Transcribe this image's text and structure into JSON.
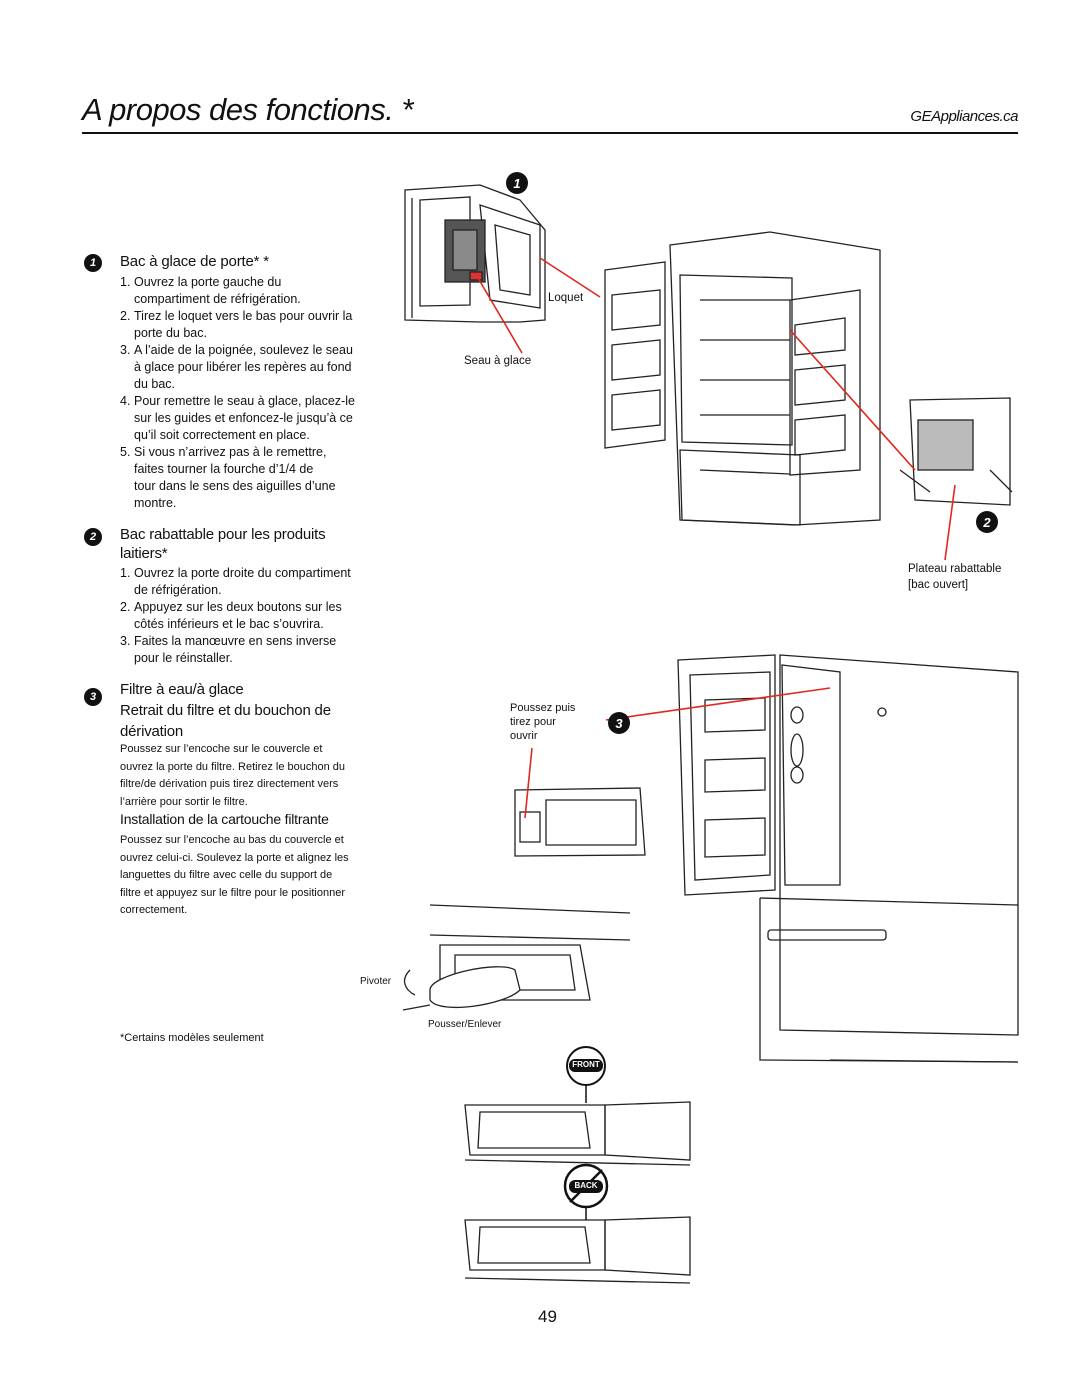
{
  "header": {
    "title": "A propos des fonctions. *",
    "site": "GEAppliances.ca"
  },
  "badges": {
    "one": "1",
    "two": "2",
    "three": "3"
  },
  "section1": {
    "heading": "Bac à glace de porte* *",
    "steps": [
      {
        "n": "1.",
        "lines": [
          "Ouvrez la porte gauche du",
          "compartiment de réfrigération."
        ]
      },
      {
        "n": "2.",
        "lines": [
          "Tirez le loquet vers le bas pour ouvrir la",
          "porte du bac."
        ]
      },
      {
        "n": "3.",
        "lines": [
          "A l’aide de la poignée, soulevez le seau",
          "à glace pour libérer les repères au fond",
          "du bac."
        ]
      },
      {
        "n": "4.",
        "lines": [
          "Pour remettre le seau à glace, placez-le",
          "sur les guides et enfoncez-le jusqu’à ce",
          "qu’il soit correctement en place."
        ]
      },
      {
        "n": "5.",
        "lines": [
          "Si vous n’arrivez pas à le remettre,",
          "faites tourner la fourche d’1/4 de",
          "tour dans le sens des aiguilles d’une",
          "montre."
        ]
      }
    ]
  },
  "section2": {
    "heading_line1": "Bac rabattable pour les produits",
    "heading_line2": "laitiers*",
    "steps": [
      {
        "n": "1.",
        "lines": [
          "Ouvrez la porte droite du compartiment",
          "de réfrigération."
        ]
      },
      {
        "n": "2.",
        "lines": [
          "Appuyez sur les deux boutons sur les",
          "côtés inférieurs et le bac s’ouvrira."
        ]
      },
      {
        "n": "3.",
        "lines": [
          "Faites la manœuvre en sens inverse",
          "pour le réinstaller."
        ]
      }
    ]
  },
  "section3": {
    "heading": "Filtre à eau/à glace",
    "sub1_line1": "Retrait du filtre et du bouchon de",
    "sub1_line2": "dérivation",
    "para1": [
      "Poussez sur l’encoche sur le couvercle et",
      "ouvrez la porte du filtre. Retirez le bouchon du",
      "filtre/de dérivation puis tirez directement vers",
      "l’arrière pour sortir le filtre."
    ],
    "sub2": "Installation de la cartouche filtrante",
    "para2": [
      "Poussez sur l’encoche au bas du couvercle et",
      "ouvrez celui-ci. Soulevez la porte et alignez les",
      "languettes du filtre avec celle du support de",
      "filtre et appuyez sur le filtre pour le positionner",
      "correctement."
    ]
  },
  "footnote": "*Certains modèles seulement",
  "labels": {
    "loquet": "Loquet",
    "seau": "Seau à glace",
    "plateau_line1": "Plateau rabattable",
    "plateau_line2": "[bac ouvert]",
    "poussez_line1": "Poussez puis",
    "poussez_line2": "tirez pour",
    "poussez_line3": "ouvrir",
    "pivoter": "Pivoter",
    "pousser": "Pousser/Enlever",
    "front": "FRONT",
    "back": "BACK"
  },
  "page_number": "49",
  "colors": {
    "callout": "#e0281e",
    "ink": "#111111"
  }
}
